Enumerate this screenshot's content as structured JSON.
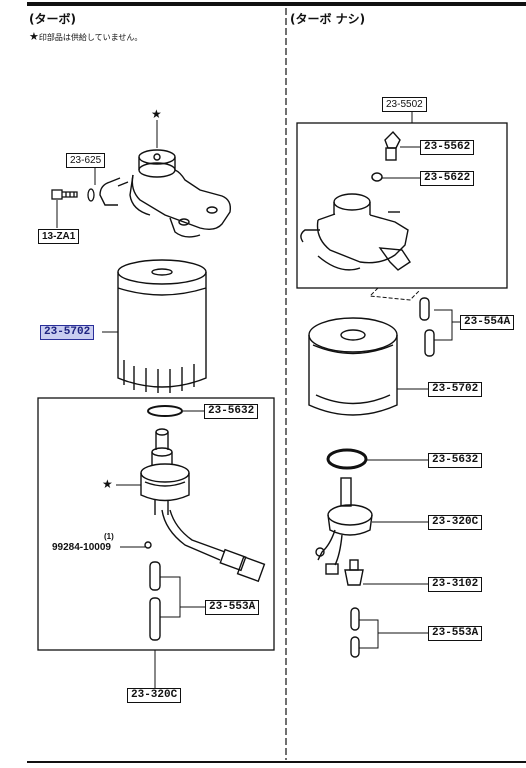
{
  "headers": {
    "left": "(ターボ)",
    "right": "(ターボ ナシ)"
  },
  "note": {
    "star": "★",
    "text": "印部品は供給していません。"
  },
  "labels": {
    "l_23_625": "23-625",
    "l_13_za1": "13-ZA1",
    "l_23_5702_left": "23-5702",
    "l_23_5632_left": "23-5632",
    "l_99284": "99284-10009",
    "l_99284_qty": "(1)",
    "l_23_553a_left": "23-553A",
    "l_23_320c_left": "23-320C",
    "r_23_5502": "23-5502",
    "r_23_5562": "23-5562",
    "r_23_5622": "23-5622",
    "r_23_554a": "23-554A",
    "r_23_5702": "23-5702",
    "r_23_5632": "23-5632",
    "r_23_320c": "23-320C",
    "r_23_3102": "23-3102",
    "r_23_553a": "23-553A"
  },
  "colors": {
    "highlight": "#c9cdf0",
    "ink": "#111111"
  }
}
